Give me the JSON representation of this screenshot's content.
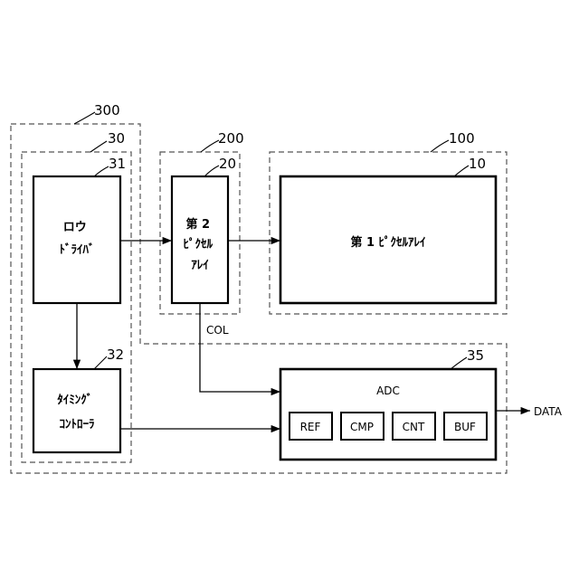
{
  "refs": {
    "image_sensor": "300",
    "peripheral": "30",
    "row_driver_ref": "31",
    "timing_ref": "32",
    "adc_ref": "35",
    "second_region": "200",
    "second_array_ref": "20",
    "first_region": "100",
    "first_array_ref": "10"
  },
  "blocks": {
    "row_driver": [
      "ロウ",
      "ﾄﾞﾗｲﾊﾞ"
    ],
    "timing_controller": [
      "ﾀｲﾐﾝｸﾞ",
      "ｺﾝﾄﾛｰﾗ"
    ],
    "second_pixel_array": [
      "第 2",
      "ﾋﾟｸｾﾙ",
      "ｱﾚｲ"
    ],
    "first_pixel_array": "第 1 ﾋﾟｸｾﾙｱﾚｲ",
    "adc": "ADC",
    "adc_sub": [
      "REF",
      "CMP",
      "CNT",
      "BUF"
    ]
  },
  "signals": {
    "col": "COL",
    "data": "DATA"
  },
  "colors": {
    "line": "#000000",
    "dashed_region": "#555555",
    "background": "#ffffff"
  }
}
